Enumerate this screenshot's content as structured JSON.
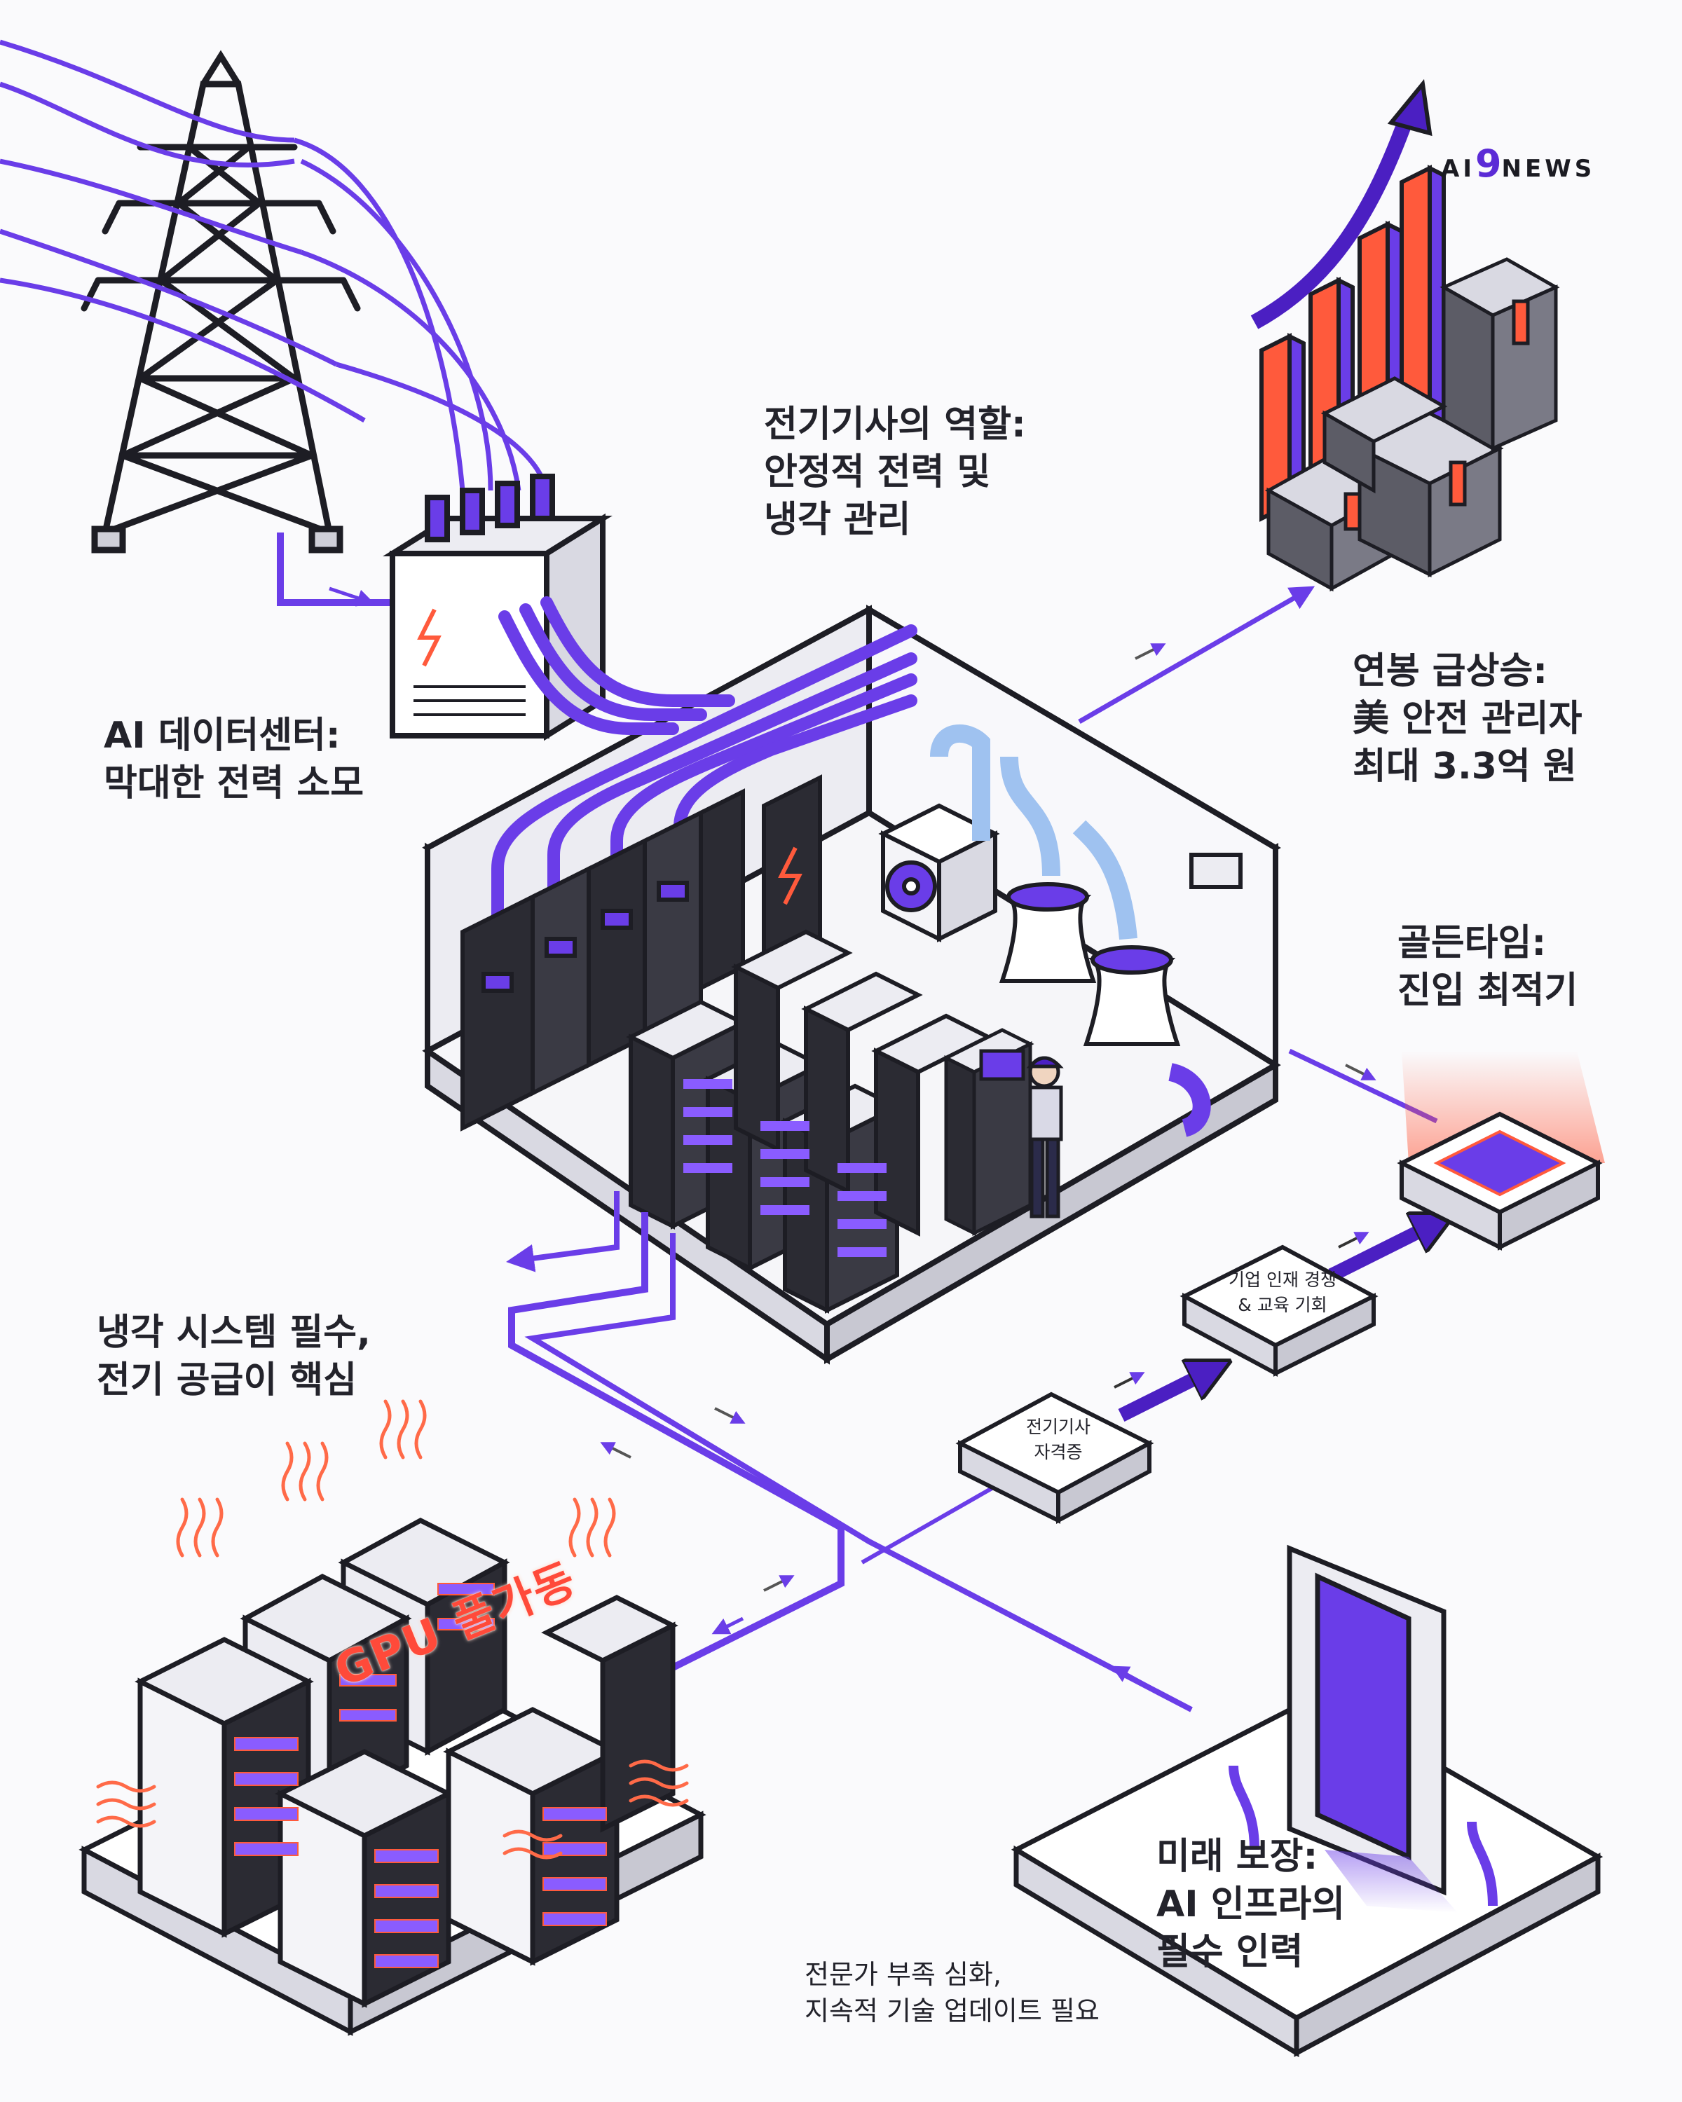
{
  "logo": {
    "prefix": "AI",
    "nine": "9",
    "suffix": "NEWS"
  },
  "labels": {
    "role": {
      "line1": "전기기사의 역할:",
      "line2": "안정적 전력 및",
      "line3": "냉각 관리"
    },
    "datacenter": {
      "line1": "AI 데이터센터:",
      "line2": "막대한 전력 소모"
    },
    "salary": {
      "line1": "연봉 급상승:",
      "line2": "美 안전 관리자",
      "line3": "최대 3.3억 원"
    },
    "golden": {
      "line1": "골든타임:",
      "line2": "진입 최적기"
    },
    "cooling": {
      "line1": "냉각 시스템 필수,",
      "line2": "전기 공급이 핵심"
    },
    "future": {
      "line1": "미래 보장:",
      "line2": "AI 인프라의",
      "line3": "필수 인력"
    },
    "shortage": {
      "line1": "전문가 부족 심화,",
      "line2": "지속적 기술 업데이트 필요"
    }
  },
  "steps": {
    "license": {
      "line1": "전기기사",
      "line2": "자격증"
    },
    "competition": {
      "line1": "기업 인재 경쟁",
      "line2": "& 교육 기회"
    }
  },
  "gpu_sign": "GPU 풀가동",
  "colors": {
    "accent": "#6a3de8",
    "accent_dark": "#4b1fc2",
    "heat": "#ff5a3c",
    "line": "#1d1d24",
    "panel": "#2b2b33",
    "wall": "#ffffff"
  },
  "icons": [
    "power-tower-icon",
    "transformer-icon",
    "lightning-icon",
    "cooling-fan-icon",
    "server-rack-icon",
    "technician-icon",
    "growth-arrow-icon",
    "money-stack-icon",
    "door-icon",
    "glow-square-icon",
    "heat-wave-icon"
  ]
}
